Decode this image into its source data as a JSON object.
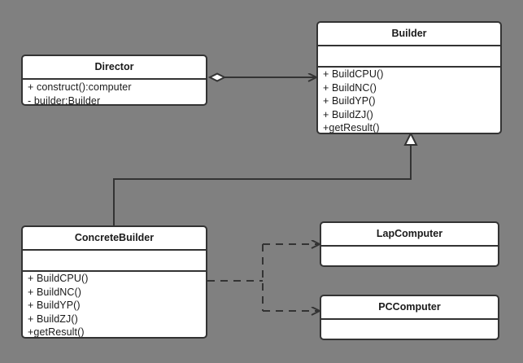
{
  "diagram": {
    "kind": "uml-class-diagram",
    "background_color": "#808080",
    "box_fill_color": "#ffffff",
    "line_color": "#333333",
    "classes": [
      {
        "id": "builder",
        "name": "Builder",
        "attributes": [],
        "methods": [
          "+ BuildCPU()",
          "+ BuildNC()",
          "+ BuildYP()",
          "+ BuildZJ()",
          "+getResult()"
        ]
      },
      {
        "id": "director",
        "name": "Director",
        "attributes": [
          "+ construct():computer",
          "- builder:Builder"
        ],
        "methods": []
      },
      {
        "id": "concretebuilder",
        "name": "ConcreteBuilder",
        "attributes": [],
        "methods": [
          "+ BuildCPU()",
          "+ BuildNC()",
          "+ BuildYP()",
          "+ BuildZJ()",
          "+getResult()"
        ]
      },
      {
        "id": "lapcomputer",
        "name": "LapComputer",
        "attributes": [],
        "methods": []
      },
      {
        "id": "pccomputer",
        "name": "PCComputer",
        "attributes": [],
        "methods": []
      }
    ],
    "relations": [
      {
        "id": "director-builder",
        "type": "aggregation",
        "from": "director",
        "to": "builder",
        "source_decoration": "hollow-diamond",
        "target_decoration": "open-arrow",
        "line_style": "solid"
      },
      {
        "id": "concretebuilder-builder",
        "type": "generalization",
        "from": "concretebuilder",
        "to": "builder",
        "target_decoration": "hollow-triangle",
        "line_style": "solid"
      },
      {
        "id": "concretebuilder-lapcomputer",
        "type": "dependency",
        "from": "concretebuilder",
        "to": "lapcomputer",
        "target_decoration": "open-arrow",
        "line_style": "dashed"
      },
      {
        "id": "concretebuilder-pccomputer",
        "type": "dependency",
        "from": "concretebuilder",
        "to": "pccomputer",
        "target_decoration": "open-arrow",
        "line_style": "dashed"
      }
    ]
  }
}
